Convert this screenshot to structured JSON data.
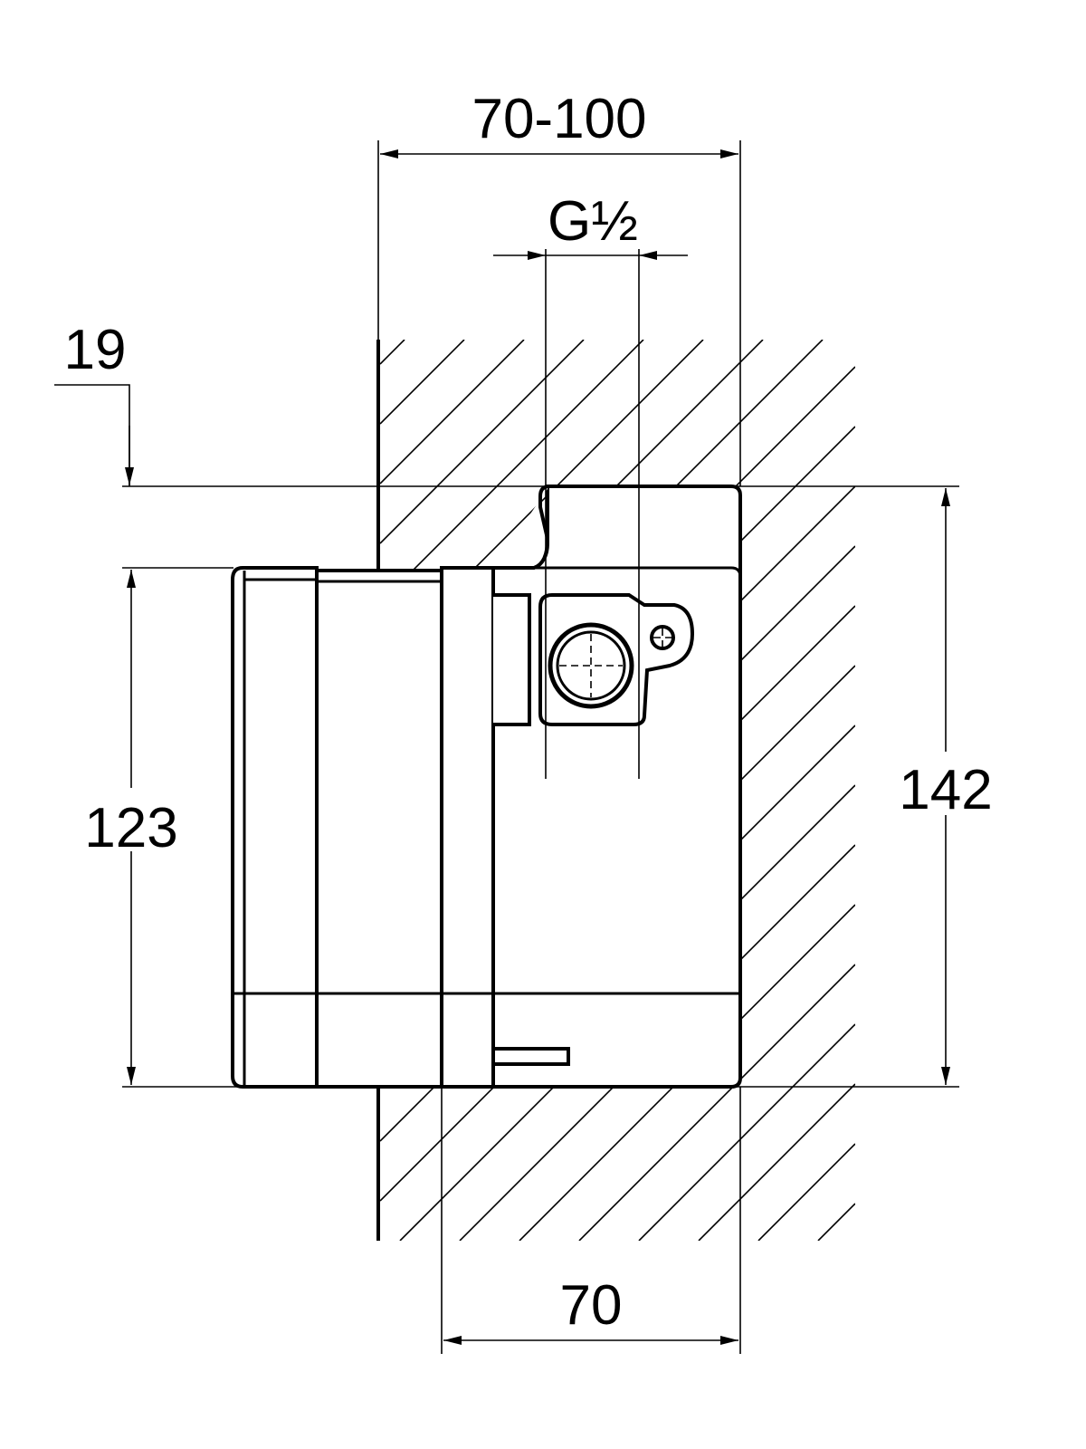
{
  "drawing": {
    "title": "Concealed body installation dimensions",
    "dimensions": {
      "wall_depth_range": "70-100",
      "thread_size": "G½",
      "offset_top": "19",
      "cover_height": "123",
      "body_height": "142",
      "body_depth": "70"
    },
    "colors": {
      "line": "#000000",
      "background": "#ffffff"
    }
  }
}
